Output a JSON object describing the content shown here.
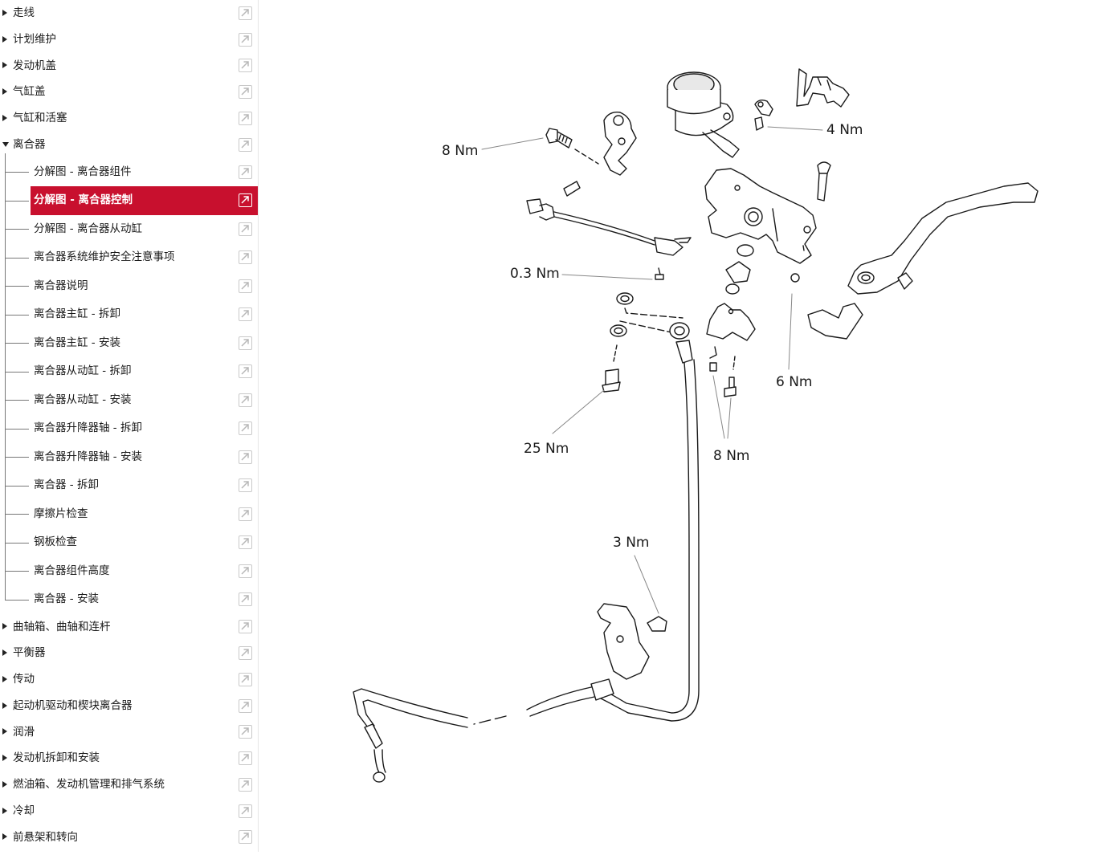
{
  "sidebar": {
    "sections_top": [
      {
        "label": "走线"
      },
      {
        "label": "计划维护"
      },
      {
        "label": "发动机盖"
      },
      {
        "label": "气缸盖"
      },
      {
        "label": "气缸和活塞"
      }
    ],
    "expanded": {
      "label": "离合器"
    },
    "children": [
      {
        "label": "分解图 - 离合器组件"
      },
      {
        "label": "分解图 - 离合器控制"
      },
      {
        "label": "分解图 - 离合器从动缸"
      },
      {
        "label": "离合器系统维护安全注意事项"
      },
      {
        "label": "离合器说明"
      },
      {
        "label": "离合器主缸 - 拆卸"
      },
      {
        "label": "离合器主缸 - 安装"
      },
      {
        "label": "离合器从动缸 - 拆卸"
      },
      {
        "label": "离合器从动缸 - 安装"
      },
      {
        "label": "离合器升降器轴 - 拆卸"
      },
      {
        "label": "离合器升降器轴 - 安装"
      },
      {
        "label": "离合器 - 拆卸"
      },
      {
        "label": "摩擦片检查"
      },
      {
        "label": "钢板检查"
      },
      {
        "label": "离合器组件高度"
      },
      {
        "label": "离合器 - 安装"
      }
    ],
    "active_child_index": 1,
    "sections_bottom": [
      {
        "label": "曲轴箱、曲轴和连杆"
      },
      {
        "label": "平衡器"
      },
      {
        "label": "传动"
      },
      {
        "label": "起动机驱动和楔块离合器"
      },
      {
        "label": "润滑"
      },
      {
        "label": "发动机拆卸和安装"
      },
      {
        "label": "燃油箱、发动机管理和排气系统"
      },
      {
        "label": "冷却"
      },
      {
        "label": "前悬架和转向"
      }
    ],
    "open_icon": "open-external-icon",
    "accent_color": "#c8102e"
  },
  "diagram": {
    "torque_labels": {
      "t1": "8 Nm",
      "t2": "4 Nm",
      "t3": "0.3 Nm",
      "t4": "6 Nm",
      "t5": "25 Nm",
      "t6": "8 Nm",
      "t7": "3 Nm"
    }
  }
}
